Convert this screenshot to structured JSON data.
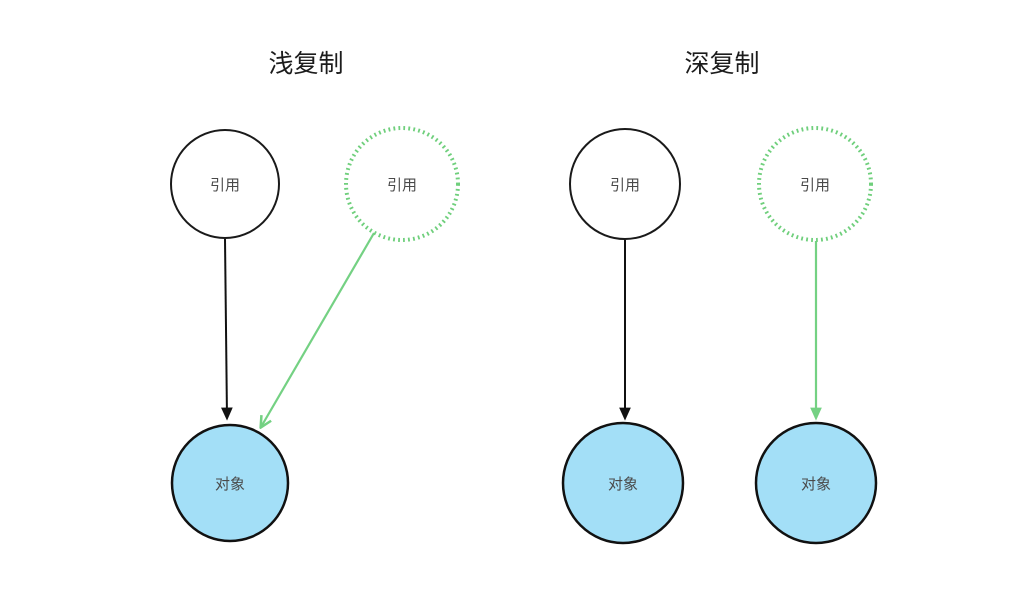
{
  "diagram": {
    "background": "#ffffff",
    "colors": {
      "node_stroke_black": "#1a1a1a",
      "reference_copy_green": "#6fcf7c",
      "arrow_green": "#74d183",
      "object_fill_blue": "#a3dff7",
      "label_text": "#4a4a4a",
      "title_text": "#1c1c1c"
    },
    "sections": [
      {
        "title": "浅复制",
        "nodes": [
          {
            "id": "shallow-reference-original",
            "label": "引用",
            "style": "solid-outline"
          },
          {
            "id": "shallow-reference-copy",
            "label": "引用",
            "style": "green-dotted-outline"
          },
          {
            "id": "shallow-object",
            "label": "对象",
            "style": "blue-filled"
          }
        ],
        "edges": [
          {
            "from": "shallow-reference-original",
            "to": "shallow-object",
            "color": "black",
            "head": "filled-triangle"
          },
          {
            "from": "shallow-reference-copy",
            "to": "shallow-object",
            "color": "green",
            "head": "open-chevron"
          }
        ]
      },
      {
        "title": "深复制",
        "nodes": [
          {
            "id": "deep-reference-original",
            "label": "引用",
            "style": "solid-outline"
          },
          {
            "id": "deep-reference-copy",
            "label": "引用",
            "style": "green-dotted-outline"
          },
          {
            "id": "deep-object-original",
            "label": "对象",
            "style": "blue-filled"
          },
          {
            "id": "deep-object-copy",
            "label": "对象",
            "style": "blue-filled"
          }
        ],
        "edges": [
          {
            "from": "deep-reference-original",
            "to": "deep-object-original",
            "color": "black",
            "head": "filled-triangle"
          },
          {
            "from": "deep-reference-copy",
            "to": "deep-object-copy",
            "color": "green",
            "head": "filled-triangle"
          }
        ]
      }
    ]
  }
}
